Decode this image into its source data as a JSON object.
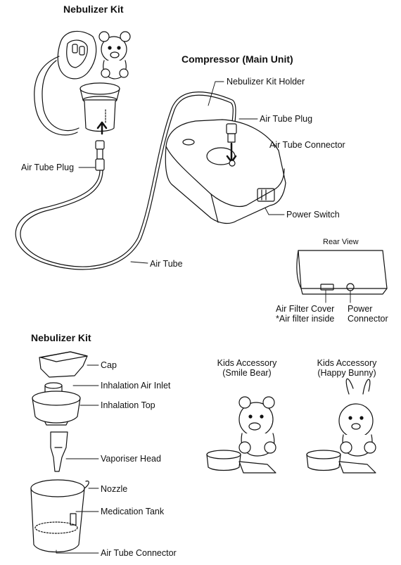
{
  "top": {
    "title_kit": "Nebulizer Kit",
    "title_compressor": "Compressor (Main Unit)",
    "labels": {
      "kit_holder": "Nebulizer Kit Holder",
      "air_tube_plug_right": "Air Tube Plug",
      "air_tube_connector_right": "Air Tube Connector",
      "air_tube_plug_left": "Air Tube Plug",
      "power_switch": "Power Switch",
      "air_tube": "Air Tube"
    },
    "rear": {
      "title": "Rear View",
      "filter_cover_line1": "Air Filter Cover",
      "filter_cover_line2": "*Air filter inside",
      "power_connector_line1": "Power",
      "power_connector_line2": "Connector"
    }
  },
  "bottom": {
    "title_kit": "Nebulizer Kit",
    "parts": {
      "cap": "Cap",
      "inhalation_air_inlet": "Inhalation Air Inlet",
      "inhalation_top": "Inhalation Top",
      "vaporiser_head": "Vaporiser Head",
      "nozzle": "Nozzle",
      "medication_tank": "Medication Tank",
      "air_tube_connector": "Air Tube Connector"
    },
    "accessories": {
      "bear_line1": "Kids Accessory",
      "bear_line2": "(Smile Bear)",
      "bunny_line1": "Kids Accessory",
      "bunny_line2": "(Happy Bunny)"
    }
  }
}
